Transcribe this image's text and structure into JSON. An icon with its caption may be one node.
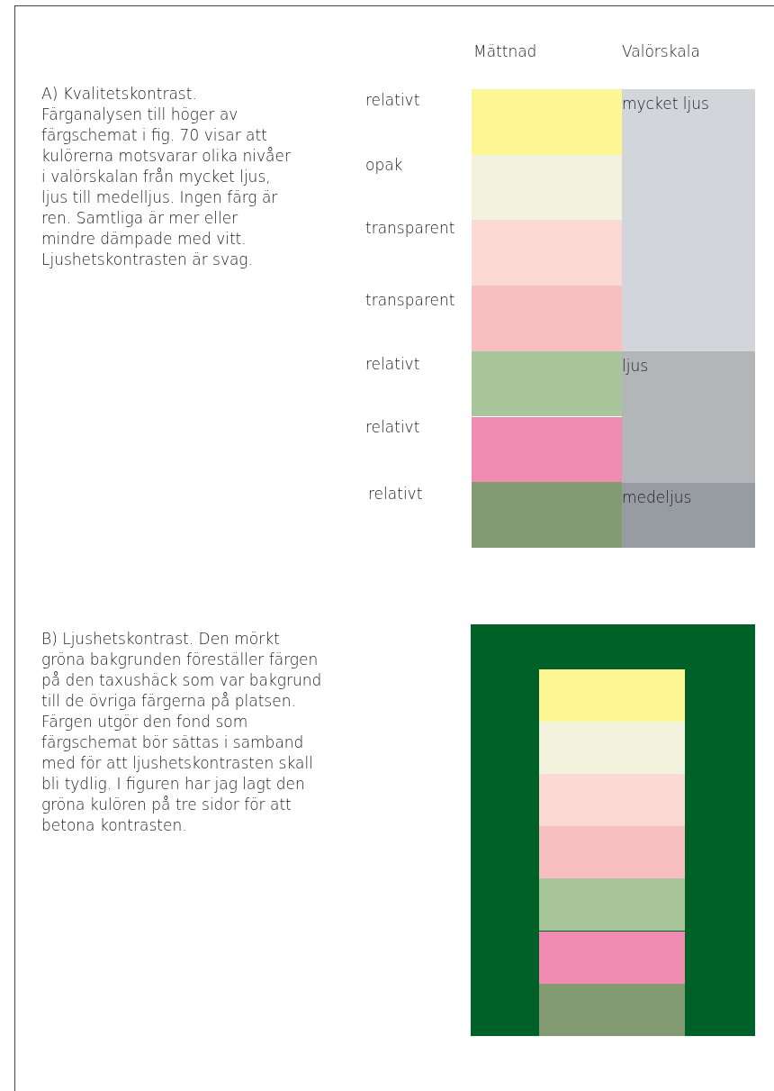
{
  "diagram": {
    "nodes": [
      {
        "text": [
          "mycket ljus"
        ]
      },
      {
        "text": [
          "ljus"
        ]
      },
      {
        "text": [
          "medeljus"
        ]
      }
    ],
    "labels": [
      "Mättnad",
      "Valörskala",
      "A) Kvalitetskontrast. Färganalysen till höger av färgschemat i fig. 70 visar att kulörerna motsvarar olika nivåer i valörskalan från mycket ljus, ljus till medelljus. Ingen färg är ren. Samtliga är mer eller mindre dämpade med vitt. Ljushetskontrasten är svag.",
      "relativt",
      "opak",
      "transparent",
      "transparent",
      "relativt",
      "relativt",
      "relativt",
      "B) Ljushetskontrast. Den mörkt gröna bakgrunden föreställer färgen på den taxushäck som var bakgrund till de övriga färgerna på platsen. Färgen utgör den fond som färgschemat bör sättas i samband med för att ljushetskontrasten skall bli tydlig. I figuren har jag lagt den gröna kulören på tre sidor för att betona kontrasten."
    ]
  }
}
